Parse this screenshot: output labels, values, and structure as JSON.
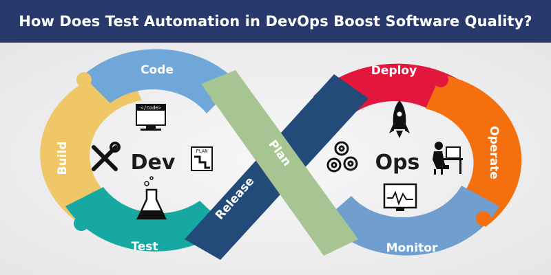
{
  "header": {
    "title": "How Does Test Automation in DevOps Boost Software Quality?"
  },
  "diagram": {
    "segments": {
      "code": "Code",
      "build": "Build",
      "test": "Test",
      "plan": "Plan",
      "release": "Release",
      "deploy": "Deploy",
      "operate": "Operate",
      "monitor": "Monitor"
    },
    "hubs": {
      "dev": "Dev",
      "ops": "Ops"
    },
    "icon_text": {
      "code_screen": "</Code>",
      "plan_board": "PLAN"
    },
    "colors": {
      "code": "#6fa7d8",
      "build": "#f0c766",
      "test": "#18a8a2",
      "plan": "#a7c592",
      "release": "#234b7a",
      "deploy": "#e3173e",
      "operate": "#f4700f",
      "monitor": "#6f9ecf"
    }
  }
}
